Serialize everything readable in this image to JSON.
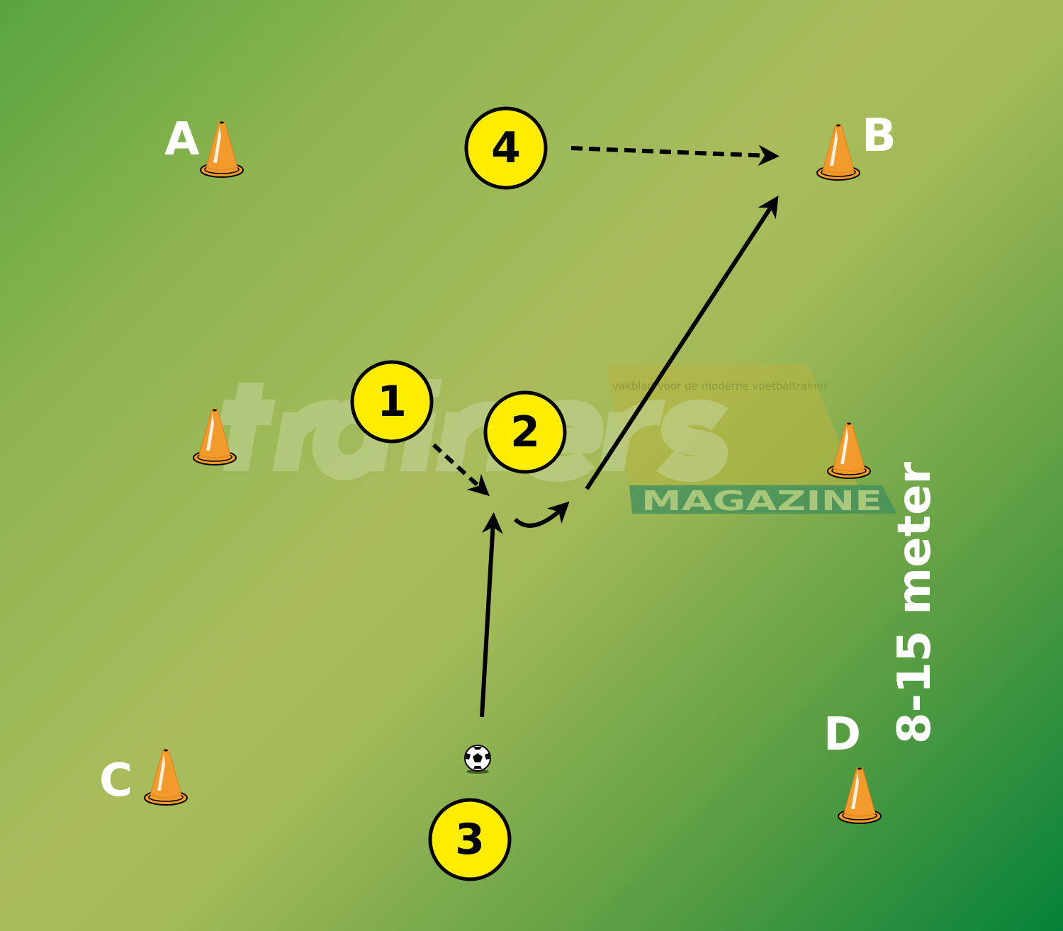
{
  "watermark": {
    "brand": "trainers",
    "tagline": "vakblad voor de moderne voetbaltrainer",
    "sub": "MAGAZINE"
  },
  "cones": {
    "a": "A",
    "b": "B",
    "c": "C",
    "d": "D"
  },
  "players": [
    "1",
    "2",
    "3",
    "4"
  ],
  "distance_label": "8-15 meter",
  "colors": {
    "player_fill": "#ffed00",
    "cone": "#f39a2c",
    "field_dark": "#04823a",
    "field_light": "#a8bc5c"
  }
}
